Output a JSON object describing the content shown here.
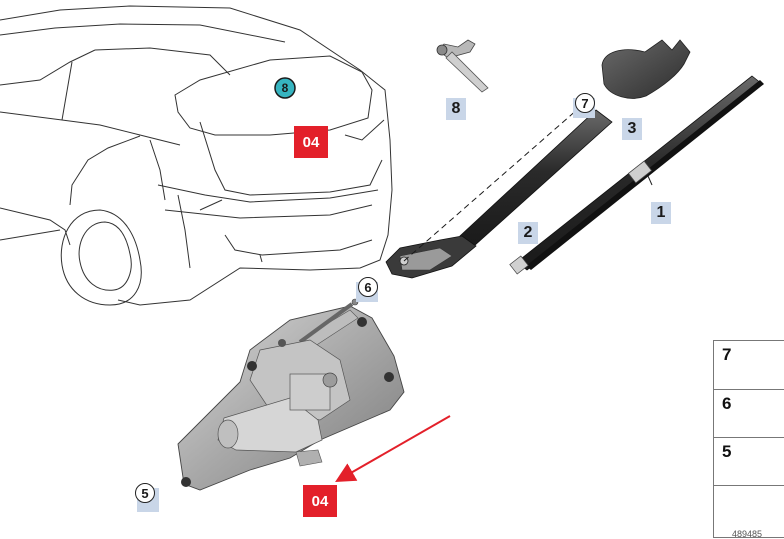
{
  "parts": {
    "wiper_blade": "1",
    "wiper_arm": "2",
    "arm_cover_cap": "3",
    "motor_screw": "5",
    "nut_seal_part": "6",
    "arm_nut": "7",
    "washer_nozzle": "8"
  },
  "circled": {
    "nozzle_on_car": "8",
    "nut_on_arm": "7",
    "seal_on_shaft": "6",
    "screw_on_motor": "5"
  },
  "tags": {
    "car_tag": "04",
    "motor_tag": "04"
  },
  "legend": {
    "row_7": "7",
    "row_6": "6",
    "row_5": "5"
  },
  "footer": "489485",
  "colors": {
    "tag_red": "#e3202a",
    "label_blue": "#c9d6e8",
    "nozzle_teal": "#36b4c0",
    "arrow_red": "#e3202a"
  }
}
